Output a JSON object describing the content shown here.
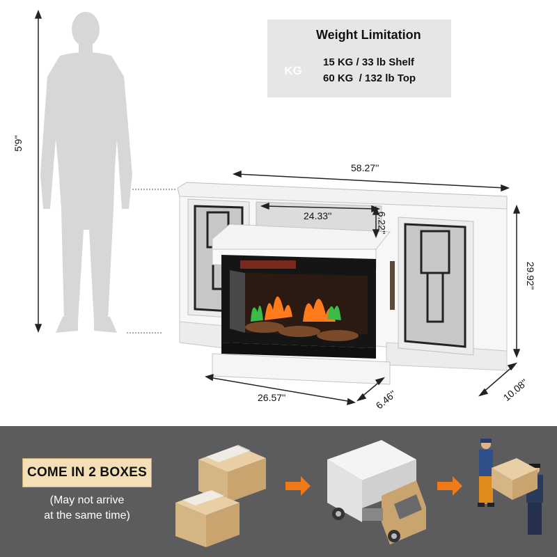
{
  "weight": {
    "title": "Weight Limitation",
    "icon_label": "KG",
    "shelf": "15 KG / 33 lb Shelf",
    "top": "60 KG  / 132 lb Top"
  },
  "dimensions": {
    "person_height": "5'9''",
    "width": "58.27''",
    "inner_width": "24.33''",
    "inner_height": "6.22''",
    "height": "29.92''",
    "depth": "10.08''",
    "base_width": "26.57''",
    "base_depth": "6.46''"
  },
  "shipping": {
    "badge": "COME IN 2 BOXES",
    "note_line1": "(May not arrive",
    "note_line2": "at the same time)"
  },
  "colors": {
    "panel_bg": "#5c5c5e",
    "badge_bg": "#f5dfb6",
    "arrow": "#f07a1a",
    "box": "#d9b98b"
  },
  "icons": [
    "person-silhouette",
    "kg-weight-icon",
    "box-icon",
    "arrow-right-icon",
    "delivery-truck-icon",
    "delivery-workers-icon"
  ]
}
